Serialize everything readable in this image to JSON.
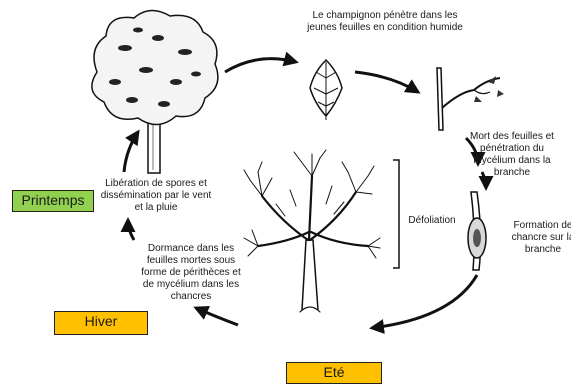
{
  "seasons": {
    "spring": {
      "label": "Printemps",
      "color": "#92d050"
    },
    "winter": {
      "label": "Hiver",
      "color": "#ffc000"
    },
    "summer": {
      "label": "Eté",
      "color": "#ffc000"
    }
  },
  "captions": {
    "penetration": "Le champignon pénètre  dans les\njeunes feuilles en condition humide",
    "death": "Mort des feuilles et\npénétration du\nmycélium dans la\nbranche",
    "canker": "Formation de\nchancre sur la\nbranche",
    "defoliation": "Défoliation",
    "dormancy": "Dormance dans les\nfeuilles mortes sous\nforme de périthèces et\nde mycélium dans  les\nchancres",
    "release": "Libération de spores et\ndissémination par le vent\net la pluie"
  },
  "illustrations": [
    "leafy-tree-icon",
    "leaf-icon",
    "branch-icon",
    "canker-branch-icon",
    "bare-tree-icon"
  ]
}
